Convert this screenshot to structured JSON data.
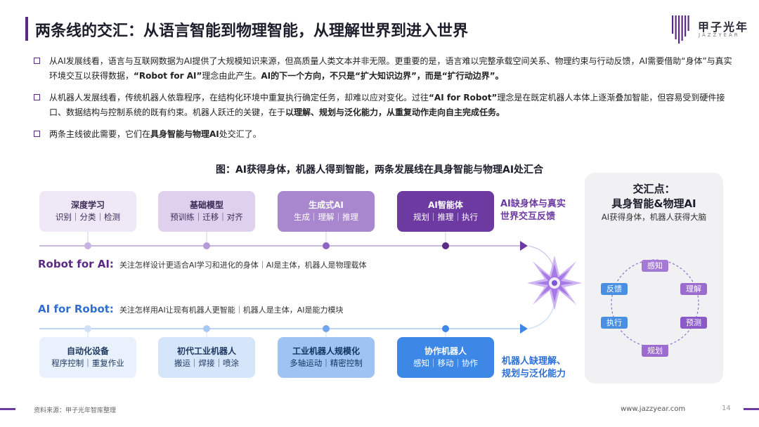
{
  "header": {
    "title": "两条线的交汇：从语言智能到物理智能，从理解世界到进入世界",
    "logo_cn": "甲子光年",
    "logo_en": "JAZZYEAR"
  },
  "bullets": [
    {
      "text_a": "从AI发展线看，语言与互联网数据为AI提供了大规模知识来源，但高质量人类文本并非无限。更重要的是，语言难以完整承载空间关系、物理约束与行动反馈，AI需要借助“身体”与真实环境交互以获得数据，",
      "bold_a": "“Robot for AI”",
      "text_b": "理念由此产生。",
      "bold_b": "AI的下一个方向，不只是“扩大知识边界”，而是“扩行动边界”。"
    },
    {
      "text_a": "从机器人发展线看，传统机器人依靠程序，在结构化环境中重复执行确定任务，却难以应对变化。过往",
      "bold_a": "“AI for Robot”",
      "text_b": "理念是在既定机器人本体上逐渐叠加智能，但容易受到硬件接口、数据结构与控制系统的既有约束。机器人跃迁的关键，在于",
      "bold_b": "以理解、规划与泛化能力，从重复动作走向自主完成任务。"
    },
    {
      "text_a": "两条主线彼此需要，它们在",
      "bold_a": "具身智能与物理AI",
      "text_b": "处交汇了。",
      "bold_b": ""
    }
  ],
  "figure": {
    "caption": "图：AI获得身体，机器人得到智能，两条发展线在具身智能与物理AI处汇合",
    "top_cards": [
      {
        "title": "深度学习",
        "sub": "识别｜分类｜检测"
      },
      {
        "title": "基础模型",
        "sub": "预训练｜迁移｜对齐"
      },
      {
        "title": "生成式AI",
        "sub": "生成｜理解｜推理"
      },
      {
        "title": "AI智能体",
        "sub": "规划｜推理｜执行"
      }
    ],
    "top_note": "AI缺身体与真实\n世界交互反馈",
    "track_ai": {
      "label": "Robot for AI:",
      "desc": "关注怎样设计更适合AI学习和进化的身体｜AI是主体，机器人是物理载体"
    },
    "track_robot": {
      "label": "AI for Robot:",
      "desc": "关注怎样用AI让现有机器人更智能｜机器人是主体，AI是能力模块"
    },
    "bottom_cards": [
      {
        "title": "自动化设备",
        "sub": "程序控制｜重复作业"
      },
      {
        "title": "初代工业机器人",
        "sub": "搬运｜焊接｜喷涂"
      },
      {
        "title": "工业机器人规模化",
        "sub": "多轴运动｜精密控制"
      },
      {
        "title": "协作机器人",
        "sub": "感知｜移动｜协作"
      }
    ],
    "bottom_note": "机器人缺理解、\n规划与泛化能力",
    "convergence": {
      "title_line1": "交汇点：",
      "title_line2": "具身智能&物理AI",
      "subtitle": "AI获得身体，机器人获得大脑",
      "cycle": [
        "感知",
        "理解",
        "预测",
        "规划",
        "执行",
        "反馈"
      ]
    }
  },
  "footer": {
    "source": "资料来源：甲子光年智库整理",
    "url": "www.jazzyear.com",
    "page": "14"
  },
  "colors": {
    "purple_dark": "#6c3aa1",
    "purple_mid": "#a987cf",
    "blue_dark": "#3d87e6",
    "blue_mid": "#9fc3f3",
    "node_purple": "#9b6bd0",
    "node_blue": "#4a90e2"
  }
}
